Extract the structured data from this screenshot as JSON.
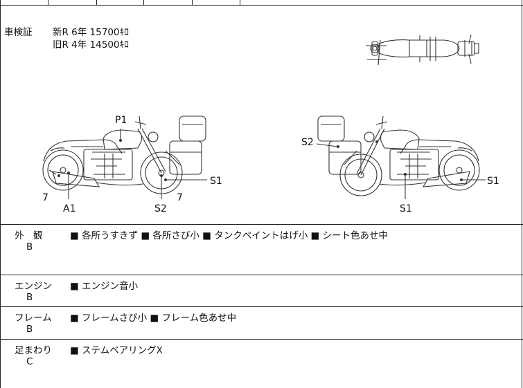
{
  "vehicle_inspection": {
    "label": "車検証",
    "new_line": "新R 6年 15700ｷﾛ",
    "old_line": "旧R 4年 14500ｷﾛ"
  },
  "diagram_labels": {
    "left": {
      "p1": "P1",
      "seven_left": "7",
      "a1": "A1",
      "s2": "S2",
      "seven_right": "7",
      "s1": "S1"
    },
    "right": {
      "s2": "S2",
      "s1_side": "S1",
      "s1_bottom": "S1"
    }
  },
  "condition_rows": [
    {
      "category": "外　観",
      "grade": "B",
      "notes": "■ 各所うすきず ■ 各所さび小 ■ タンクペイントはげ小 ■ シート色あせ中"
    },
    {
      "category": "エンジン",
      "grade": "B",
      "notes": "■ エンジン音小"
    },
    {
      "category": "フレーム",
      "grade": "B",
      "notes": "■ フレームさび小 ■ フレーム色あせ中"
    },
    {
      "category": "足まわり",
      "grade": "C",
      "notes": "■ ステムベアリングX"
    }
  ]
}
